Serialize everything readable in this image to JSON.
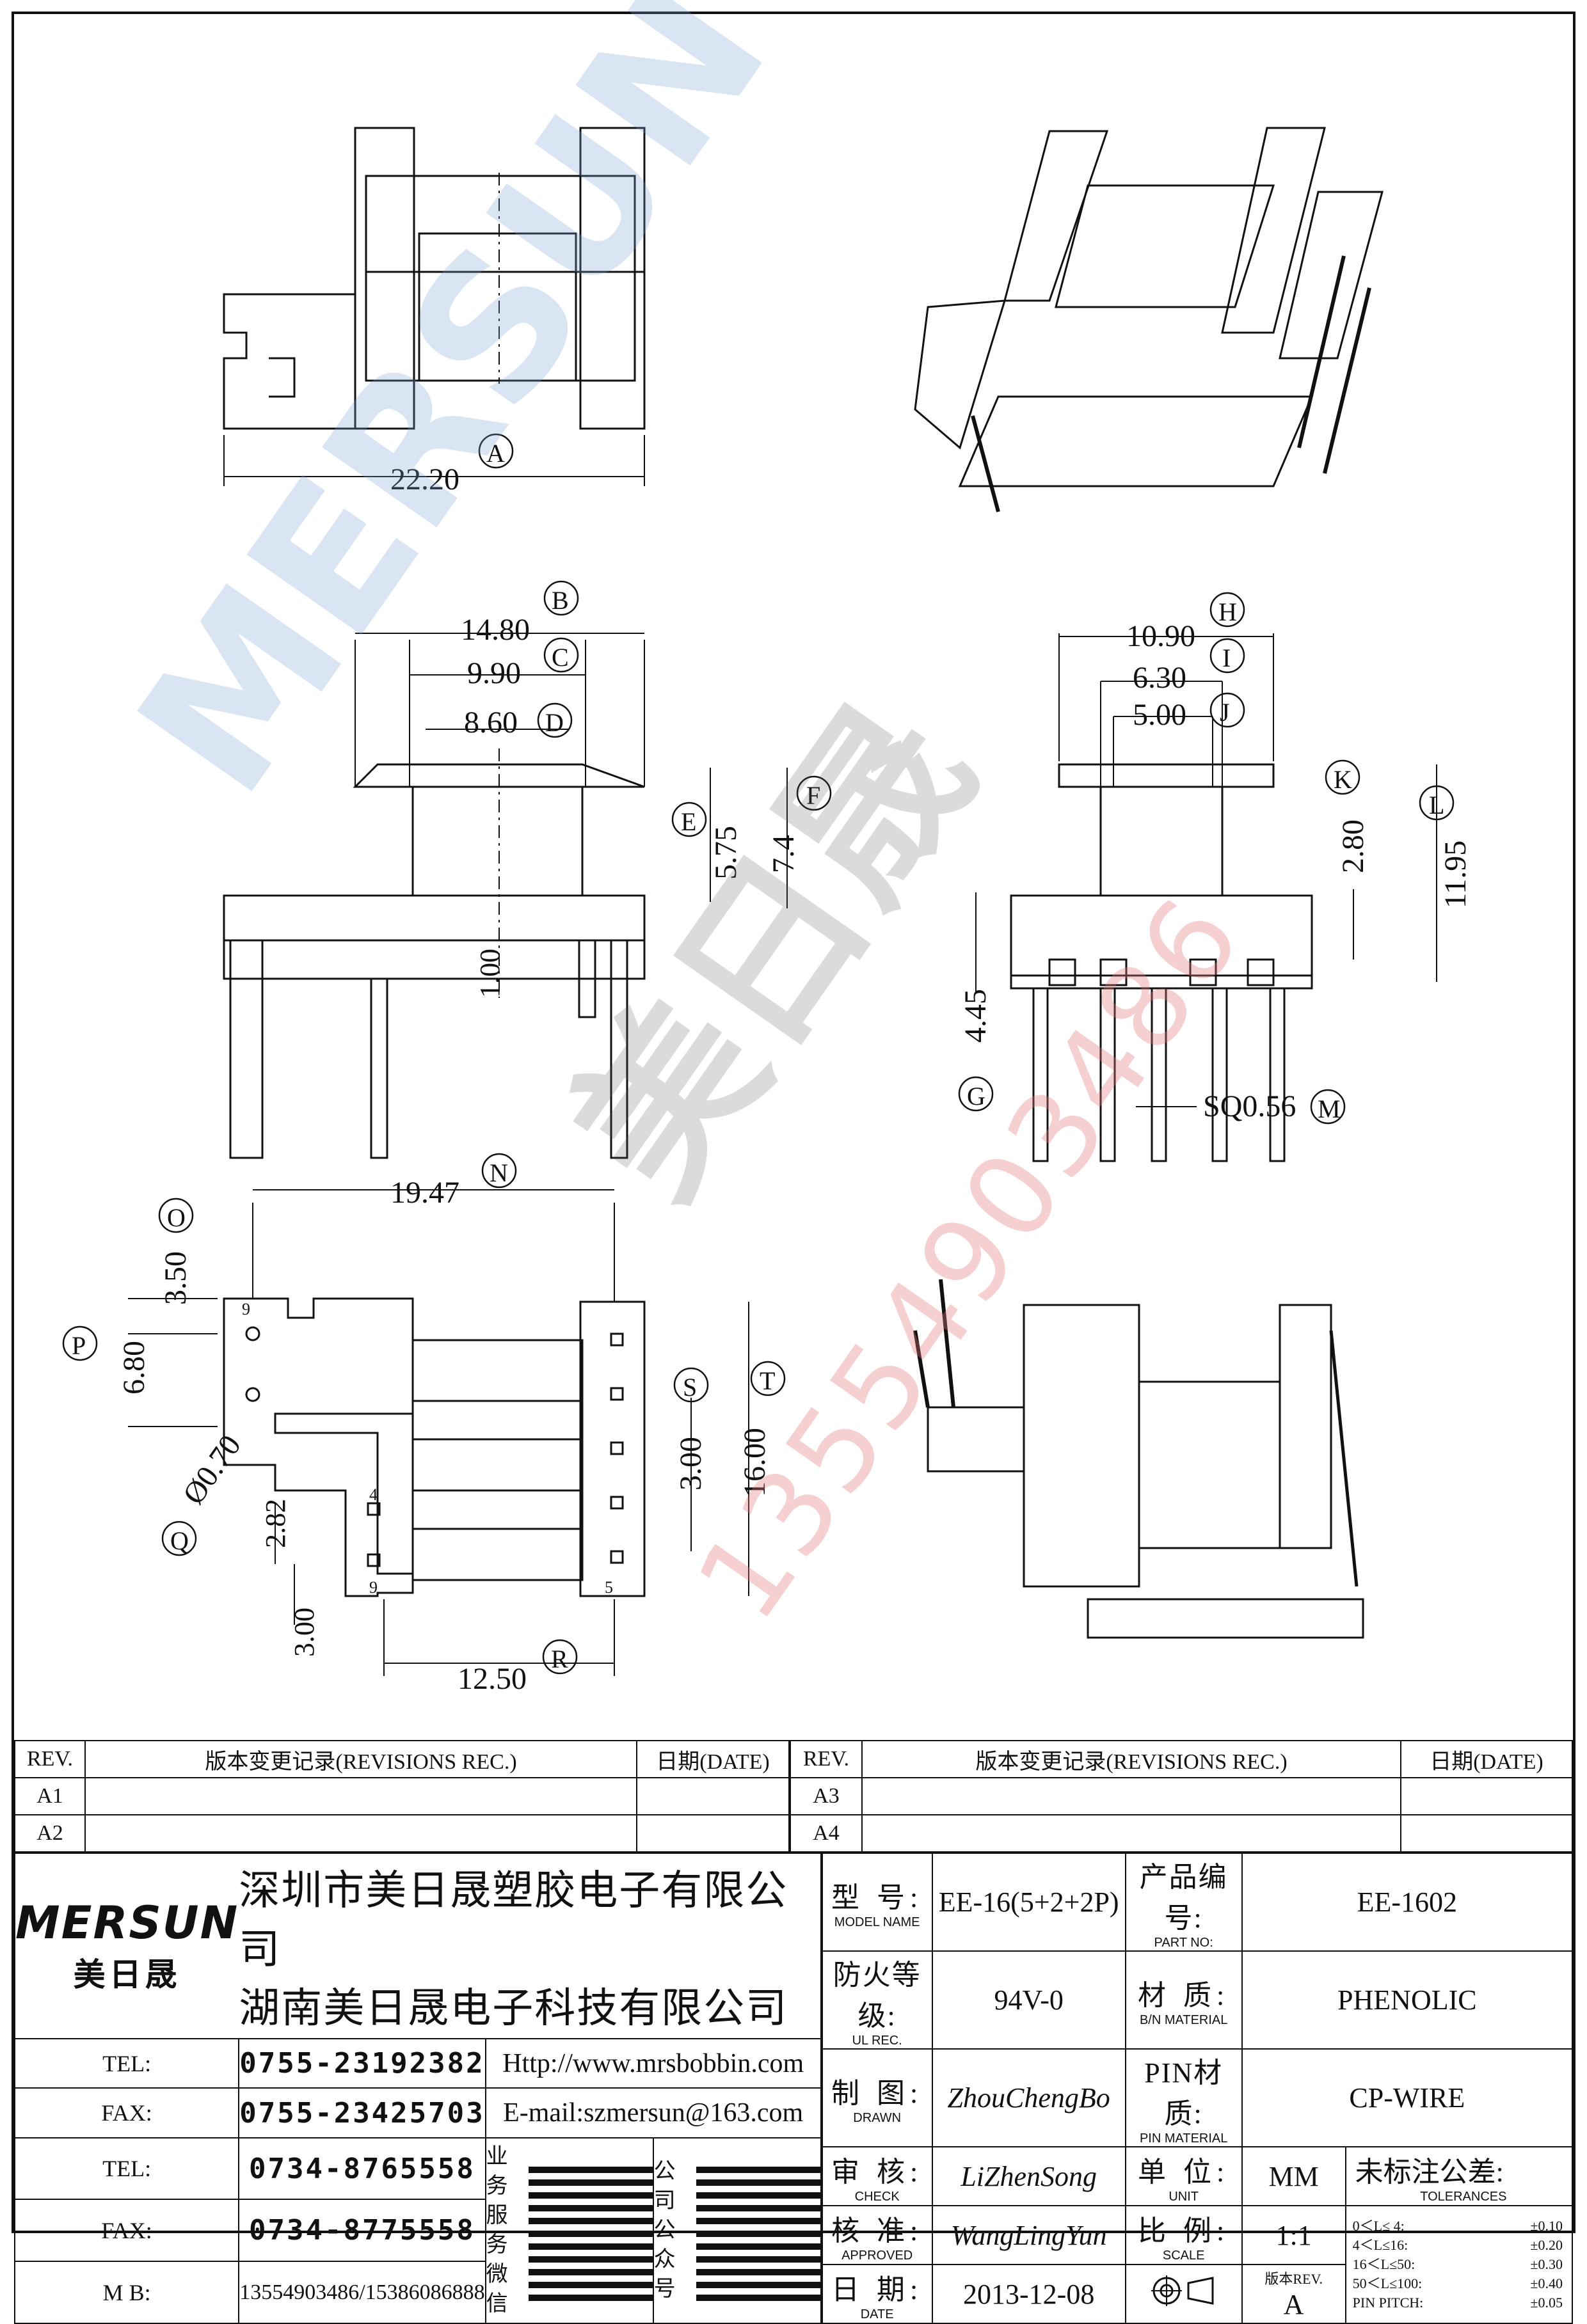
{
  "drawing": {
    "dims": {
      "A": "22.20",
      "B": "14.80",
      "C": "9.90",
      "D": "8.60",
      "E": "5.75",
      "F": "7.4",
      "G": "4.45",
      "H": "10.90",
      "I": "6.30",
      "J": "5.00",
      "K": "2.80",
      "L": "11.95",
      "M": "SQ0.56",
      "N": "19.47",
      "O": "3.50",
      "P": "6.80",
      "Q": "Ø0.70",
      "R": "12.50",
      "S": "3.00",
      "T": "16.00",
      "one": "1.00",
      "two82": "2.82",
      "three_bl": "3.00"
    },
    "letters": [
      "A",
      "B",
      "C",
      "D",
      "E",
      "F",
      "G",
      "H",
      "I",
      "J",
      "K",
      "L",
      "M",
      "N",
      "O",
      "P",
      "Q",
      "R",
      "S",
      "T"
    ],
    "pin_labels": {
      "p9a": "9",
      "p4": "4",
      "p9b": "9",
      "p5": "5"
    }
  },
  "watermark": {
    "brand": "MERSUN",
    "chinese": "美日晟",
    "phone": "13554903486"
  },
  "revisions_left": {
    "col_rev": "REV.",
    "col_record": "版本变更记录(REVISIONS REC.)",
    "col_date": "日期(DATE)",
    "rows": [
      "A1",
      "A2"
    ]
  },
  "revisions_right": {
    "col_rev": "REV.",
    "col_record": "版本变更记录(REVISIONS REC.)",
    "col_date": "日期(DATE)",
    "rows": [
      "A3",
      "A4"
    ]
  },
  "company": {
    "logo": "MERSUN",
    "logo_cn": "美日晟",
    "name1": "深圳市美日晟塑胶电子有限公司",
    "name2": "湖南美日晟电子科技有限公司"
  },
  "contact": {
    "tel1_label": "TEL:",
    "tel1": "0755-23192382",
    "fax1_label": "FAX:",
    "fax1": "0755-23425703",
    "tel2_label": "TEL:",
    "tel2": "0734-8765558",
    "fax2_label": "FAX:",
    "fax2": "0734-8775558",
    "mb_label": "M B:",
    "mb": "13554903486/15386086888",
    "web": "Http://www.mrsbobbin.com",
    "email": "E-mail:szmersun@163.com",
    "wechat_label": [
      "业务",
      "服务",
      "微信"
    ],
    "public_label": [
      "公司",
      "公众",
      "号"
    ]
  },
  "spec": {
    "model_label": "型 号:",
    "model_sub": "MODEL NAME",
    "model": "EE-16(5+2+2P)",
    "part_label": "产品编号:",
    "part_sub": "PART NO:",
    "part": "EE-1602",
    "ul_label": "防火等级:",
    "ul_sub": "UL REC.",
    "ul": "94V-0",
    "mat_label": "材 质:",
    "mat_sub": "B/N MATERIAL",
    "mat": "PHENOLIC",
    "drawn_label": "制 图:",
    "drawn_sub": "DRAWN",
    "drawn": "ZhouChengBo",
    "pin_label": "PIN材质:",
    "pin_sub": "PIN MATERIAL",
    "pin": "CP-WIRE",
    "check_label": "审 核:",
    "check_sub": "CHECK",
    "check": "LiZhenSong",
    "unit_label": "单 位:",
    "unit_sub": "UNIT",
    "unit": "MM",
    "tol_label": "未标注公差:",
    "tol_sub": "TOLERANCES",
    "approved_label": "核 准:",
    "approved_sub": "APPROVED",
    "approved": "WangLingYun",
    "scale_label": "比 例:",
    "scale_sub": "SCALE",
    "scale": "1:1",
    "date_label": "日 期:",
    "date_sub": "DATE",
    "date": "2013-12-08",
    "rev_label": "版本REV.",
    "rev": "A",
    "tolerances": [
      {
        "range": "0＜L≤ 4:",
        "val": "±0.10"
      },
      {
        "range": "4＜L≤16:",
        "val": "±0.20"
      },
      {
        "range": "16＜L≤50:",
        "val": "±0.30"
      },
      {
        "range": "50＜L≤100:",
        "val": "±0.40"
      },
      {
        "range": "PIN PITCH:",
        "val": "±0.05"
      }
    ]
  }
}
